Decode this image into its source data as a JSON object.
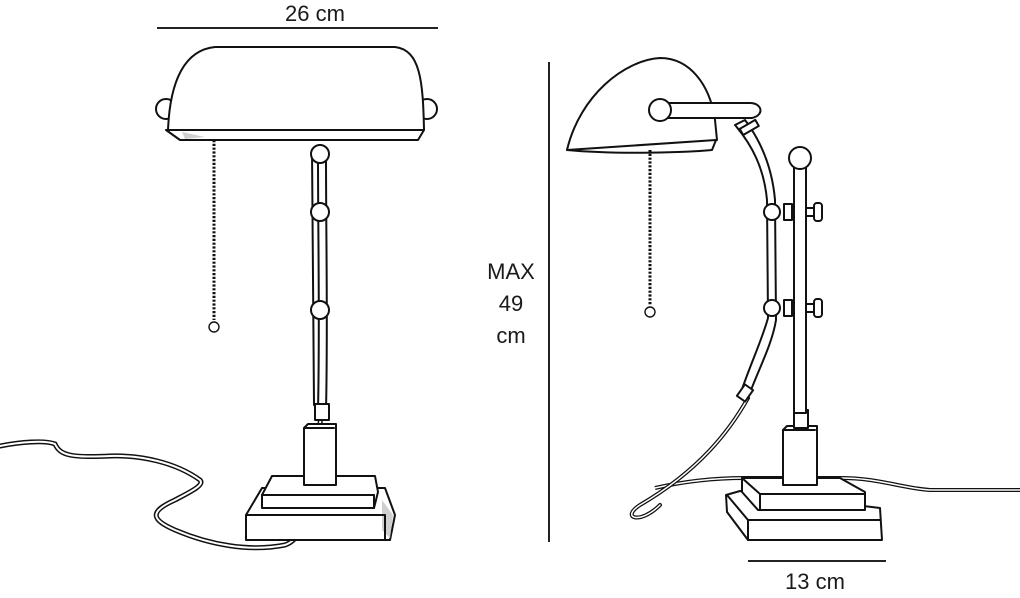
{
  "diagram": {
    "subject": "banker's desk lamp dimensions",
    "views": [
      {
        "name": "front-view",
        "description": "front elevation of lamp with pull chain, cord and stepped base"
      },
      {
        "name": "side-view",
        "description": "side elevation of lamp showing curved arm, adjuster knobs and stepped base"
      }
    ],
    "dimensions": {
      "width": {
        "label": "26 cm",
        "value": 26,
        "unit": "cm"
      },
      "height": {
        "line1": "MAX",
        "line2": "49",
        "line3": "cm",
        "value": 49,
        "unit": "cm",
        "qualifier": "MAX"
      },
      "depth": {
        "label": "13 cm",
        "value": 13,
        "unit": "cm"
      }
    },
    "colors": {
      "line": "#111111",
      "background": "#ffffff",
      "shade": "#cfcfcf"
    }
  }
}
